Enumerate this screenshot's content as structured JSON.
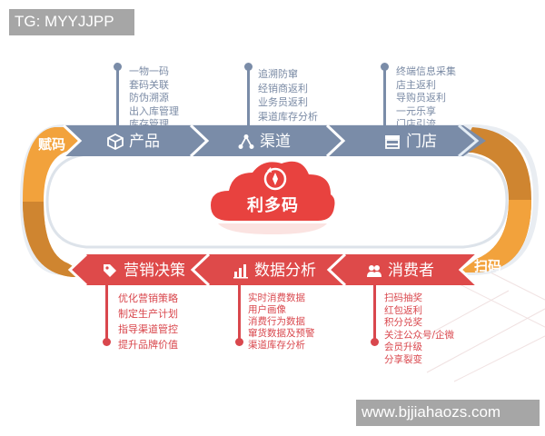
{
  "watermarks": {
    "top": "TG: MYYJJPP",
    "bottom": "www.bjjiahaozs.com"
  },
  "colors": {
    "top_band": "#7a8ca8",
    "bottom_band": "#de4a4a",
    "loop_orange_light": "#f2a23c",
    "loop_orange_dark": "#cf8530",
    "top_text": "#7b8ba5",
    "bottom_text": "#d9474d",
    "cloud": "#e8423f"
  },
  "center": {
    "label": "利多码",
    "icon": "refresh-coin-icon"
  },
  "loop": {
    "left_label": "赋码",
    "right_label": "扫码"
  },
  "top_stages": [
    {
      "label": "产品",
      "icon": "box-icon",
      "items": [
        "一物一码",
        "套码关联",
        "防伪溯源",
        "出入库管理",
        "库存管理"
      ]
    },
    {
      "label": "渠道",
      "icon": "network-icon",
      "items": [
        "追溯防窜",
        "经销商返利",
        "业务员返利",
        "渠道库存分析"
      ]
    },
    {
      "label": "门店",
      "icon": "store-icon",
      "items": [
        "终端信息采集",
        "店主返利",
        "导购员返利",
        "一元乐享",
        "门店引流"
      ]
    }
  ],
  "bottom_stages": [
    {
      "label": "营销决策",
      "icon": "tag-icon",
      "items": [
        "优化营销策略",
        "制定生产计划",
        "指导渠道管控",
        "提升品牌价值"
      ]
    },
    {
      "label": "数据分析",
      "icon": "bar-chart-icon",
      "items": [
        "实时消费数据",
        "用户画像",
        "消费行为数据",
        "窜货数据及预警",
        "渠道库存分析"
      ]
    },
    {
      "label": "消费者",
      "icon": "users-icon",
      "items": [
        "扫码抽奖",
        "红包返利",
        "积分兑奖",
        "关注公众号/企微",
        "会员升级",
        "分享裂变"
      ]
    }
  ]
}
